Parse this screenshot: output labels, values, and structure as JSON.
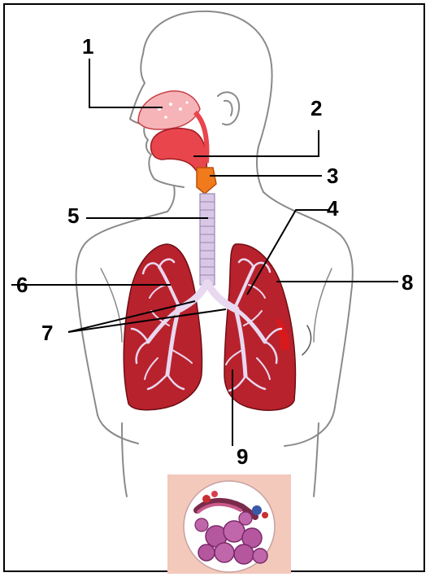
{
  "labels": {
    "l1": "1",
    "l2": "2",
    "l3": "3",
    "l4": "4",
    "l5": "5",
    "l6": "6",
    "l7": "7",
    "l8": "8",
    "l9": "9"
  },
  "colors": {
    "lung": "#b8222c",
    "lung_dark": "#8e1620",
    "lung_edge": "#6e0f16",
    "mouth": "#e8454d",
    "nasal": "#f6b4b8",
    "larynx": "#f07a1c",
    "trachea": "#d8c8e6",
    "outline": "#8a8a8a",
    "inset_bg": "#f3c9bb",
    "alveoli": "#b5579f"
  }
}
